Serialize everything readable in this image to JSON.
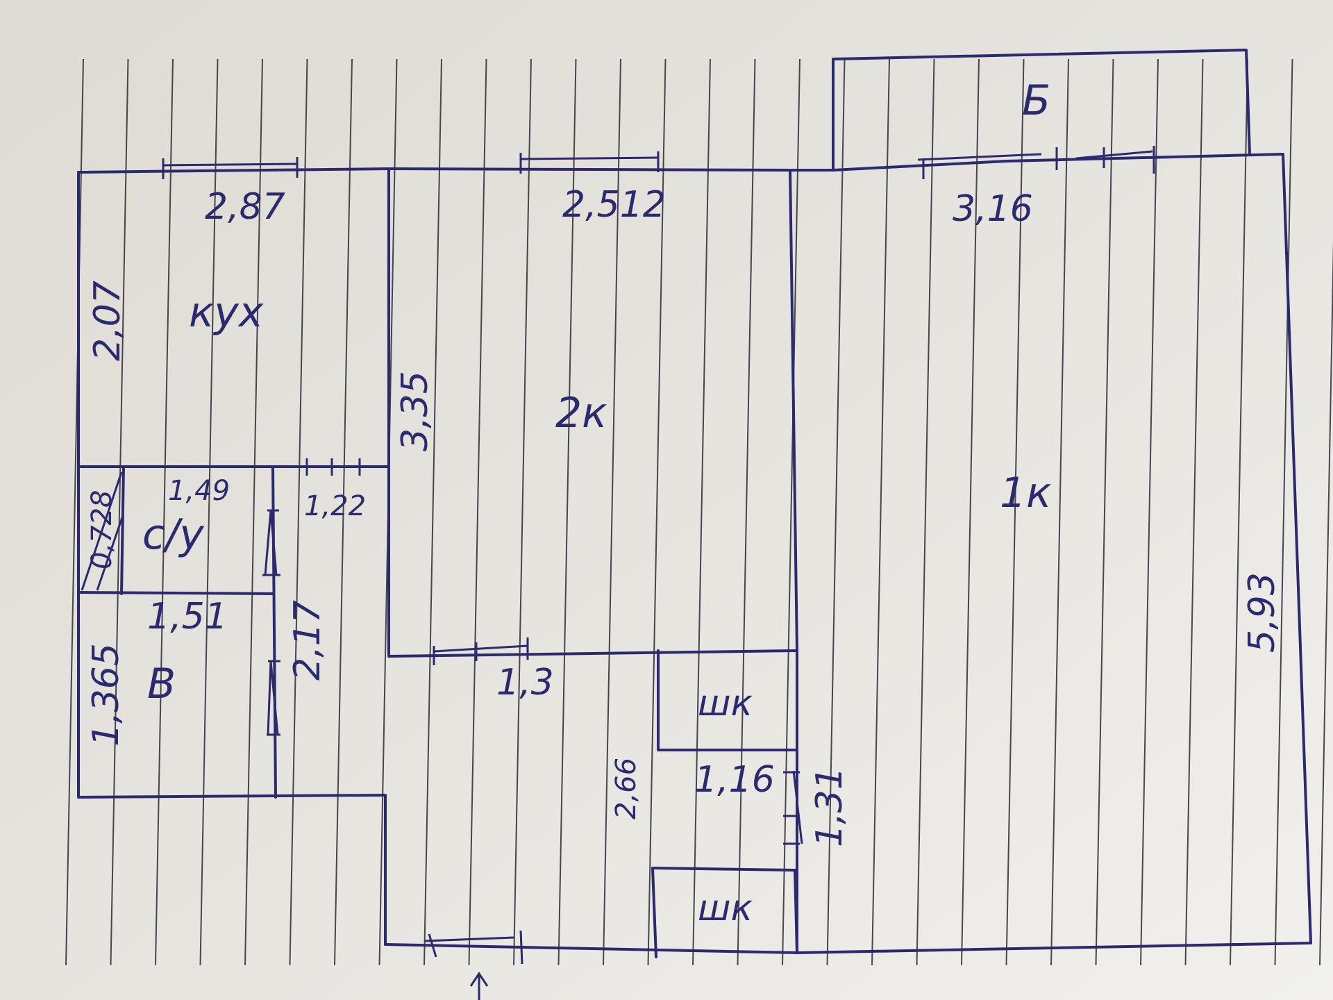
{
  "rooms": {
    "kitchen": "куx",
    "room_2": "2к",
    "room_1": "1к",
    "wc": "с/у",
    "bath": "В",
    "balcony": "Б",
    "closet_1": "шк",
    "closet_2": "шк"
  },
  "dimensions": {
    "kitchen_width": "2,87",
    "kitchen_depth": "2,07",
    "room2_width": "2,512",
    "room2_depth": "3,35",
    "room1_width": "3,16",
    "room1_depth": "5,93",
    "wc_width": "1,49",
    "wc_niche": "0,728",
    "corridor_width": "1,22",
    "bath_width": "1,51",
    "bath_depth": "1,365",
    "corridor_length": "2,17",
    "door_room2": "1,3",
    "hall_length": "2,66",
    "closet_width": "1,16",
    "closet_depth": "1,31"
  },
  "colors": {
    "paper": "#e6e3dd",
    "ink": "#2c2a6e",
    "rule": "#2b2b33"
  },
  "icons": {
    "entrance": "arrow-up-icon"
  }
}
